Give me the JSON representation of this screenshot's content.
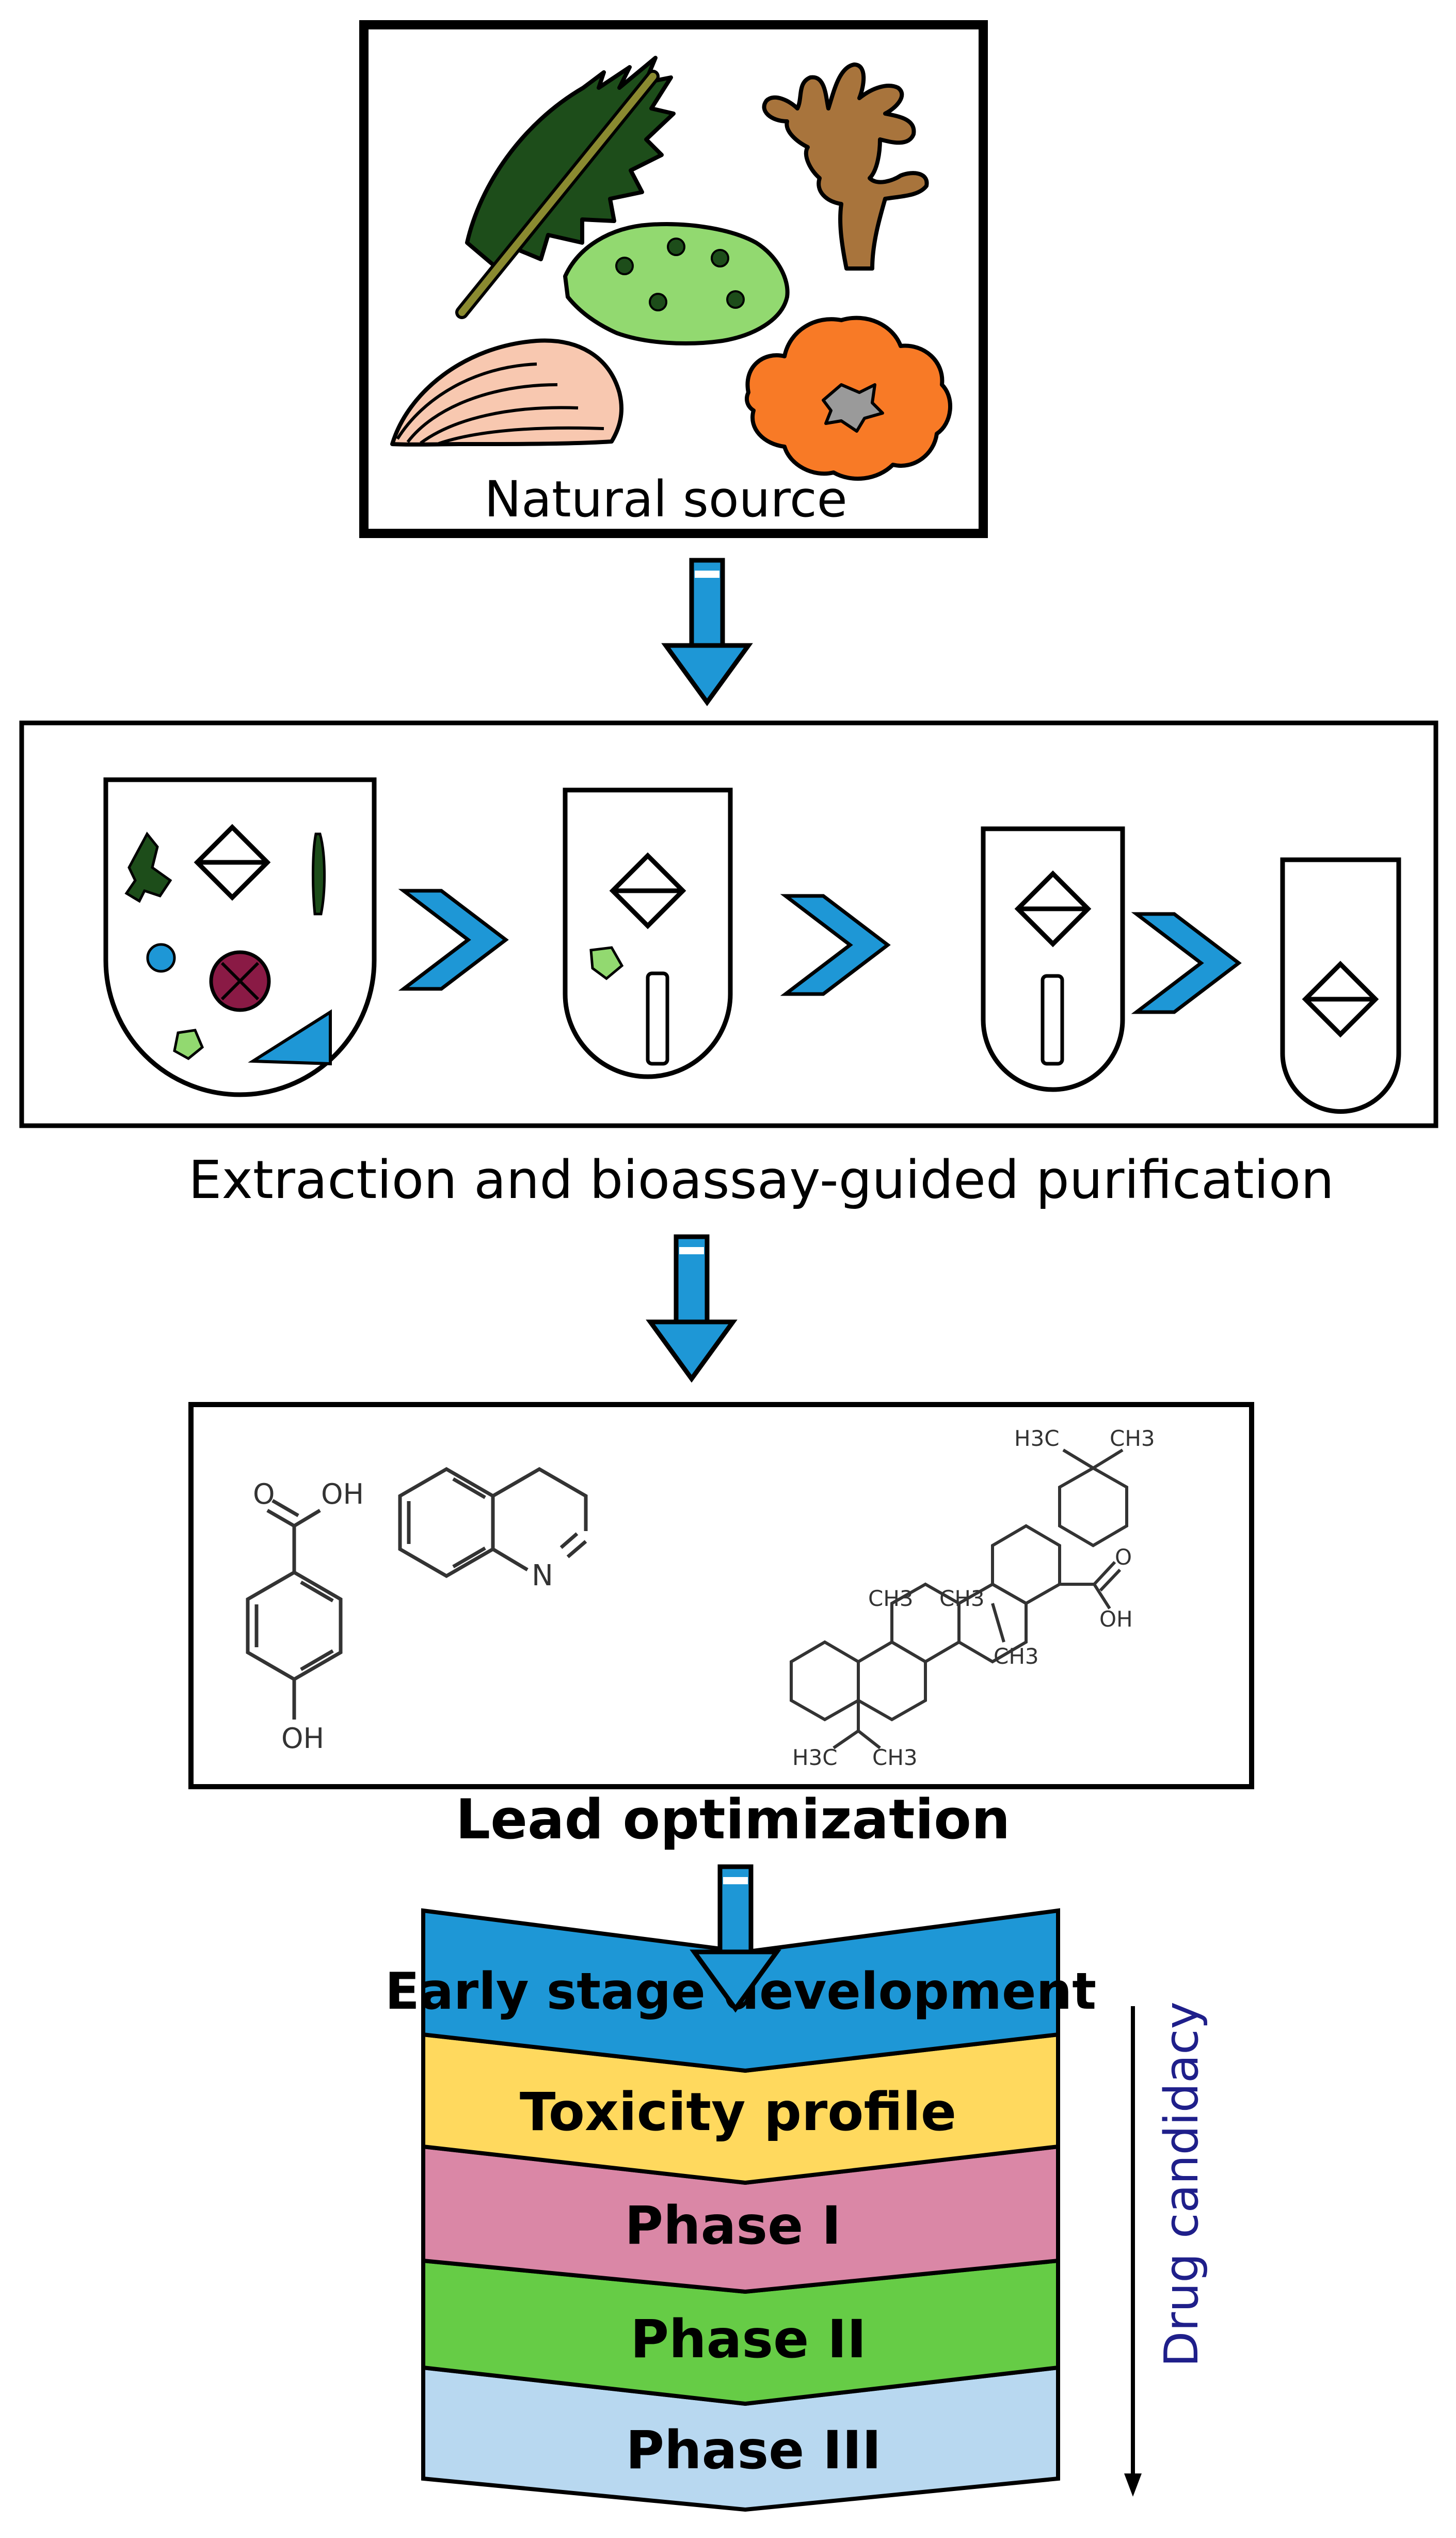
{
  "natural_source": {
    "label": "Natural source"
  },
  "extraction": {
    "label": "Extraction and bioassay-guided purification"
  },
  "lead": {
    "label": "Lead optimization",
    "chem_labels": {
      "hba_o": "O",
      "hba_oh_top": "OH",
      "hba_oh_bottom": "OH",
      "quin_n": "N",
      "tri_h3c_top": "H3C",
      "tri_ch3_top": "CH3",
      "tri_ch3_a": "CH3",
      "tri_ch3_b": "CH3",
      "tri_ch3_c": "CH3",
      "tri_o": "O",
      "tri_oh": "OH",
      "tri_h3c_bottom": "H3C",
      "tri_ch3_bottom": "CH3"
    }
  },
  "pipeline": {
    "stages": [
      {
        "label": "Early stage development",
        "color": "#1e97d6"
      },
      {
        "label": "Toxicity profile",
        "color": "#ffd95e"
      },
      {
        "label": "Phase I",
        "color": "#da87a6"
      },
      {
        "label": "Phase II",
        "color": "#66cc46"
      },
      {
        "label": "Phase III",
        "color": "#b8d8f0"
      }
    ],
    "side_label": "Drug candidacy"
  },
  "colors": {
    "arrow_blue": "#1e97d6",
    "leaf_dark": "#1d4d1a",
    "leaf_light": "#92d970",
    "coral_brown": "#a8743c",
    "shell_pink": "#f8c8b0",
    "flower_orange": "#f87a26",
    "flower_center": "#9a9a9a",
    "particle_maroon": "#8a1a45",
    "side_label_color": "#1f1f8a"
  }
}
